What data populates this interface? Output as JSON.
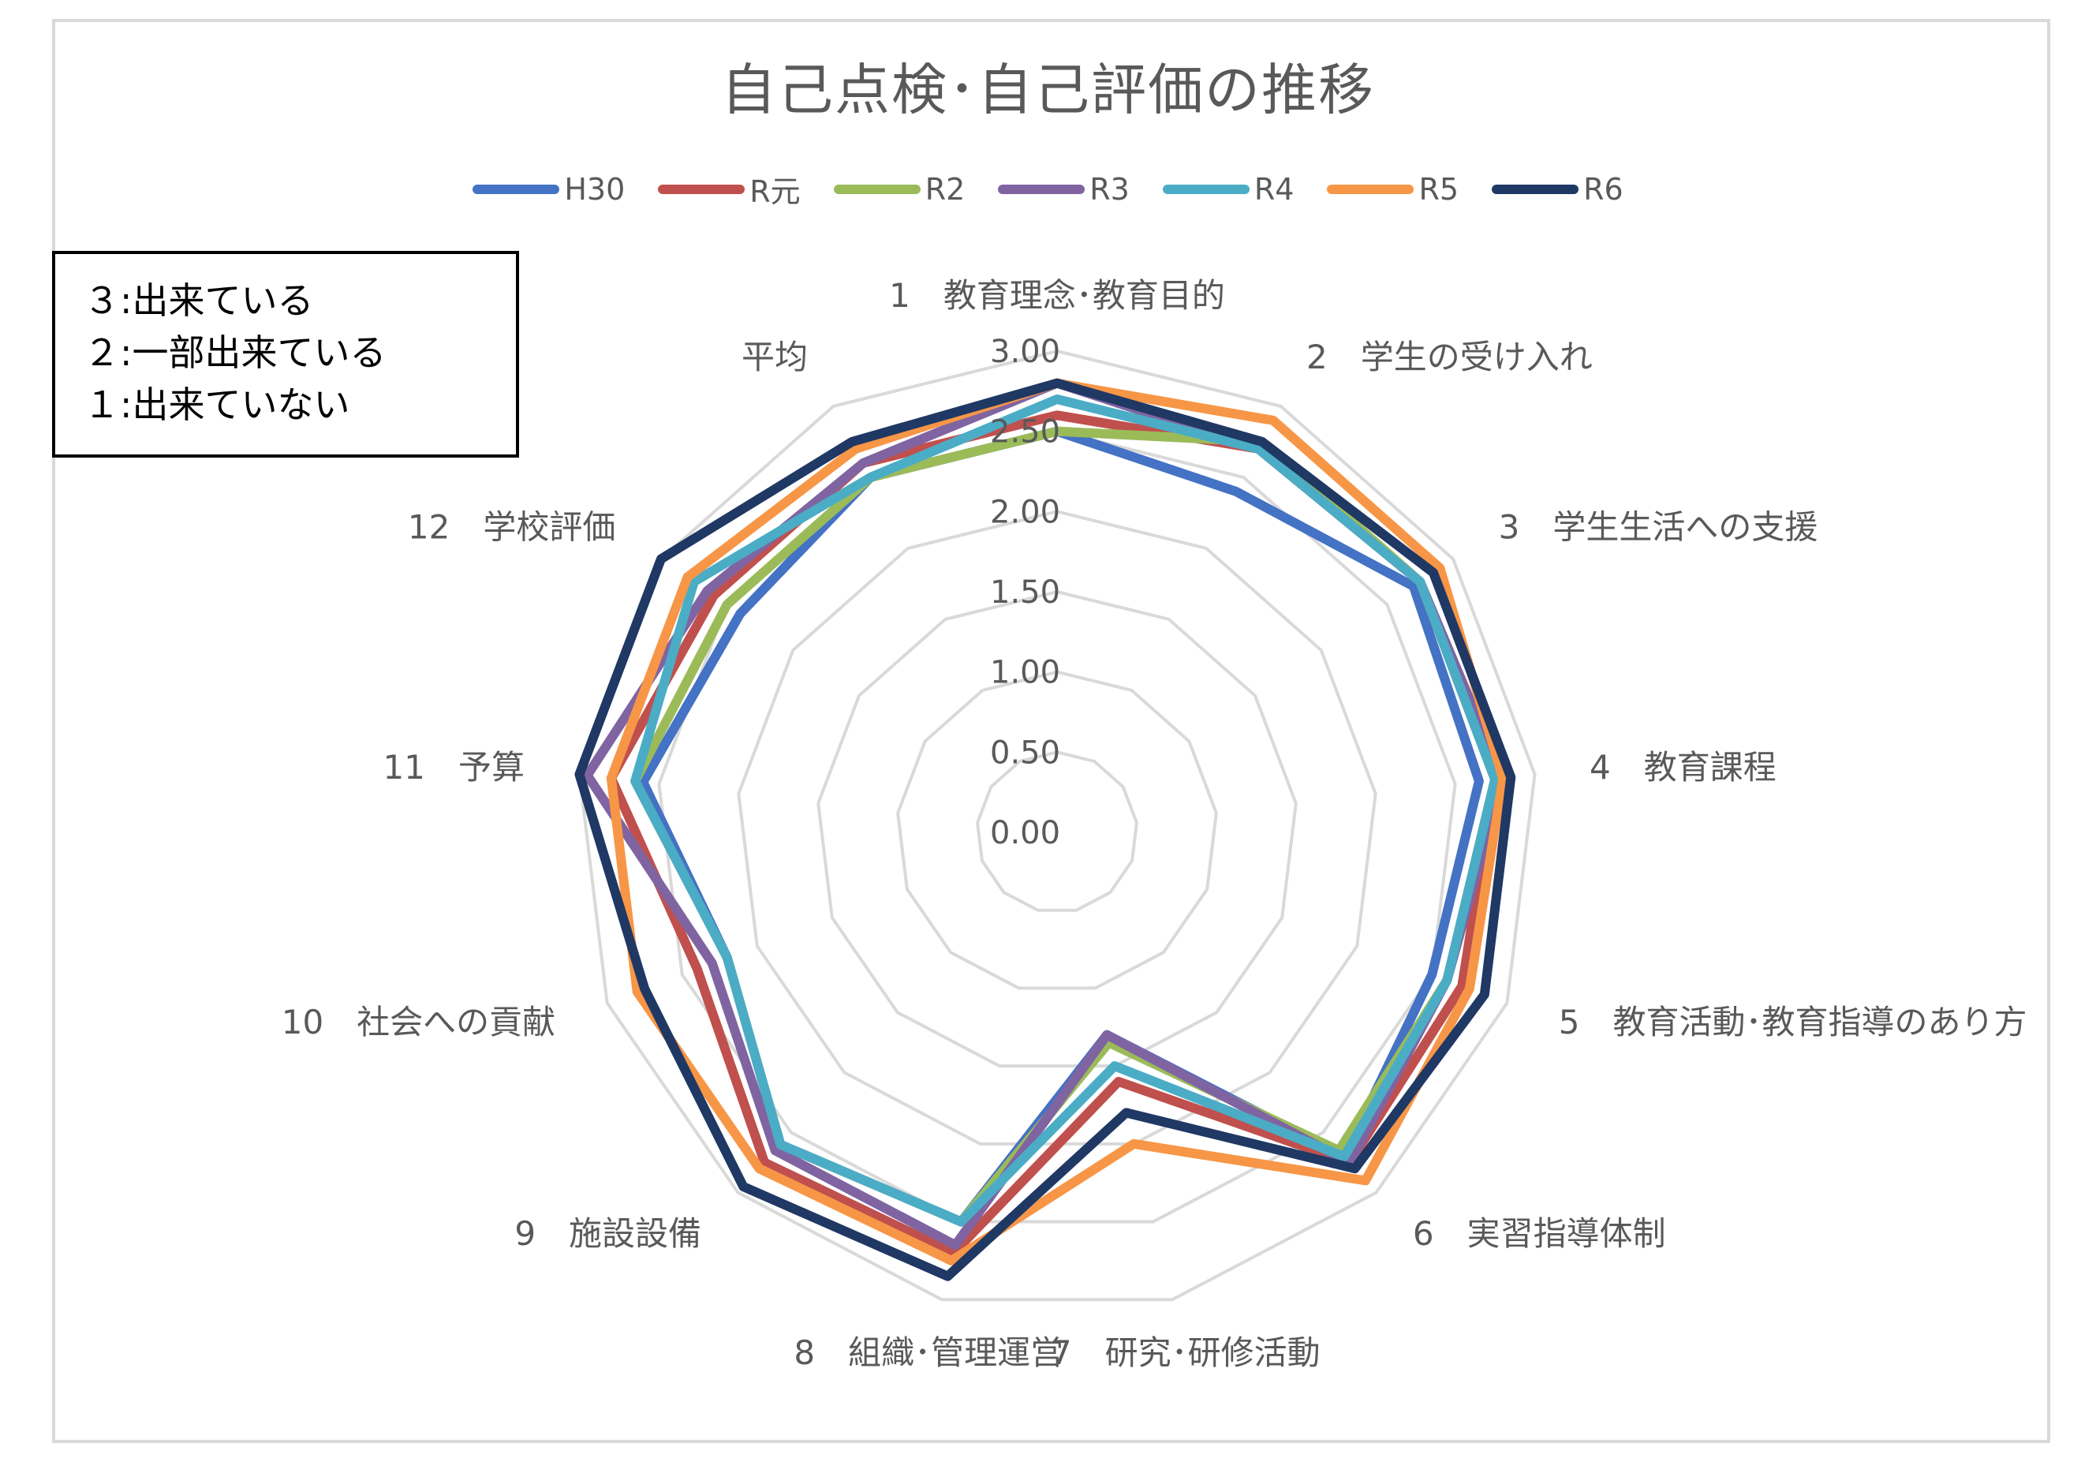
{
  "title": "自己点検･自己評価の推移",
  "note_box": {
    "lines": [
      "３:出来ている",
      "２:一部出来ている",
      "１:出来ていない"
    ]
  },
  "chart_data": {
    "type": "radar",
    "title": "自己点検･自己評価の推移",
    "categories": [
      "1　教育理念･教育目的",
      "2　学生の受け入れ",
      "3　学生生活への支援",
      "4　教育課程",
      "5　教育活動･教育指導のあり方",
      "6　実習指導体制",
      "7　研究･研修活動",
      "8　組織･管理運営",
      "9　施設設備",
      "10　社会への貢献",
      "11　予算",
      "12　学校評価",
      "平均"
    ],
    "rlim": [
      0,
      3
    ],
    "ticks": [
      "0.00",
      "0.50",
      "1.00",
      "1.50",
      "2.00",
      "2.50",
      "3.00"
    ],
    "legend_position": "top",
    "grid": true,
    "series": [
      {
        "name": "H30",
        "color": "#4472c4",
        "values": [
          2.5,
          2.4,
          2.7,
          2.65,
          2.5,
          2.7,
          1.3,
          2.5,
          2.6,
          2.2,
          2.6,
          2.4,
          2.5
        ]
      },
      {
        "name": "R元",
        "color": "#c0504d",
        "values": [
          2.6,
          2.7,
          2.75,
          2.75,
          2.7,
          2.75,
          1.6,
          2.7,
          2.75,
          2.4,
          2.8,
          2.6,
          2.6
        ]
      },
      {
        "name": "R2",
        "color": "#9bbb59",
        "values": [
          2.5,
          2.75,
          2.75,
          2.75,
          2.6,
          2.65,
          1.35,
          2.5,
          2.6,
          2.2,
          2.65,
          2.5,
          2.5
        ]
      },
      {
        "name": "R3",
        "color": "#8064a2",
        "values": [
          2.8,
          2.7,
          2.75,
          2.8,
          2.6,
          2.75,
          1.3,
          2.65,
          2.65,
          2.3,
          2.95,
          2.65,
          2.6
        ]
      },
      {
        "name": "R4",
        "color": "#4bacc6",
        "values": [
          2.7,
          2.7,
          2.75,
          2.75,
          2.6,
          2.7,
          1.5,
          2.5,
          2.6,
          2.2,
          2.65,
          2.75,
          2.5
        ]
      },
      {
        "name": "R5",
        "color": "#f79646",
        "values": [
          2.8,
          2.9,
          2.9,
          2.8,
          2.75,
          2.9,
          2.0,
          2.75,
          2.8,
          2.8,
          2.8,
          2.8,
          2.7
        ]
      },
      {
        "name": "R6",
        "color": "#1f3864",
        "values": [
          2.8,
          2.75,
          2.85,
          2.85,
          2.85,
          2.8,
          1.8,
          2.85,
          2.95,
          2.75,
          3.0,
          3.0,
          2.75
        ]
      }
    ]
  }
}
